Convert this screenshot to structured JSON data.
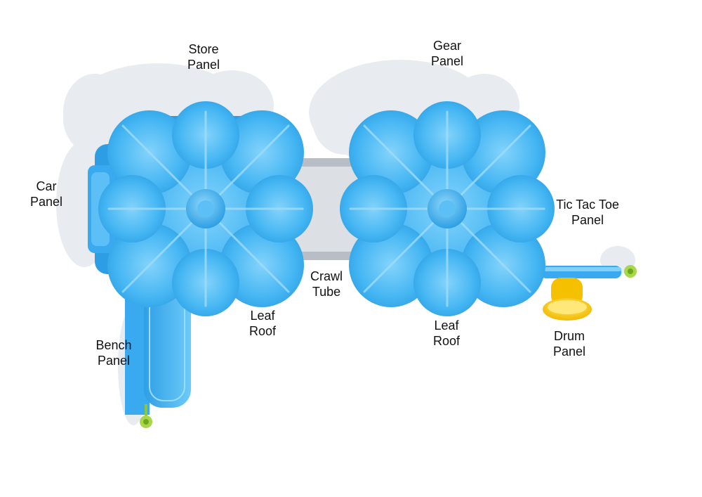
{
  "labels": {
    "store_panel": "Store\nPanel",
    "gear_panel": "Gear\nPanel",
    "car_panel": "Car\nPanel",
    "tic_tac_toe_panel": "Tic Tac Toe\nPanel",
    "crawl_tube": "Crawl\nTube",
    "leaf_roof_left": "Leaf\nRoof",
    "leaf_roof_right": "Leaf\nRoof",
    "bench_panel": "Bench\nPanel",
    "drum_panel": "Drum\nPanel"
  },
  "colors": {
    "roof_blue": "#3fb3f2",
    "roof_blue_light": "#7fd0fa",
    "roof_blue_dark": "#1f8fd6",
    "shadow_gray": "#e6e9ee",
    "tube_gray": "#d9dde3",
    "drum_yellow": "#ffd21a",
    "handle_green": "#a8d84a"
  }
}
